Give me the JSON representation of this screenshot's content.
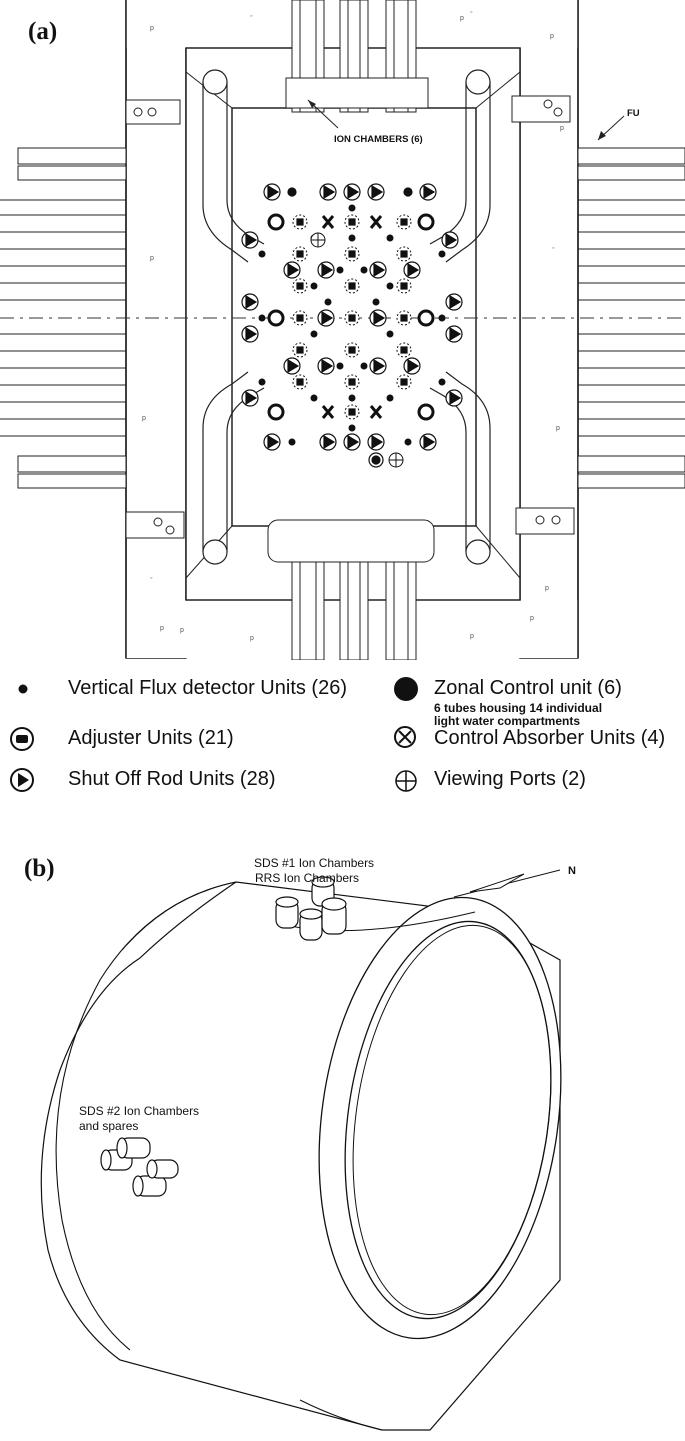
{
  "panel_a": {
    "label": "(a)",
    "ion_chambers_label": "ION CHAMBERS (6)",
    "cut_label": "FU"
  },
  "legend": {
    "vfd": "Vertical Flux detector Units (26)",
    "zonal": "Zonal Control unit (6)",
    "zonal_note1": "6 tubes housing 14 individual",
    "zonal_note2": "light water compartments",
    "adjuster": "Adjuster Units (21)",
    "absorber": "Control Absorber Units (4)",
    "shutoff": "Shut Off Rod Units (28)",
    "viewing": "Viewing Ports (2)"
  },
  "panel_b": {
    "label": "(b)",
    "sds1_line1": "SDS #1 Ion Chambers",
    "sds1_line2": "RRS Ion Chambers",
    "north": "N",
    "sds2_line1": "SDS #2 Ion Chambers",
    "sds2_line2": "and spares"
  }
}
